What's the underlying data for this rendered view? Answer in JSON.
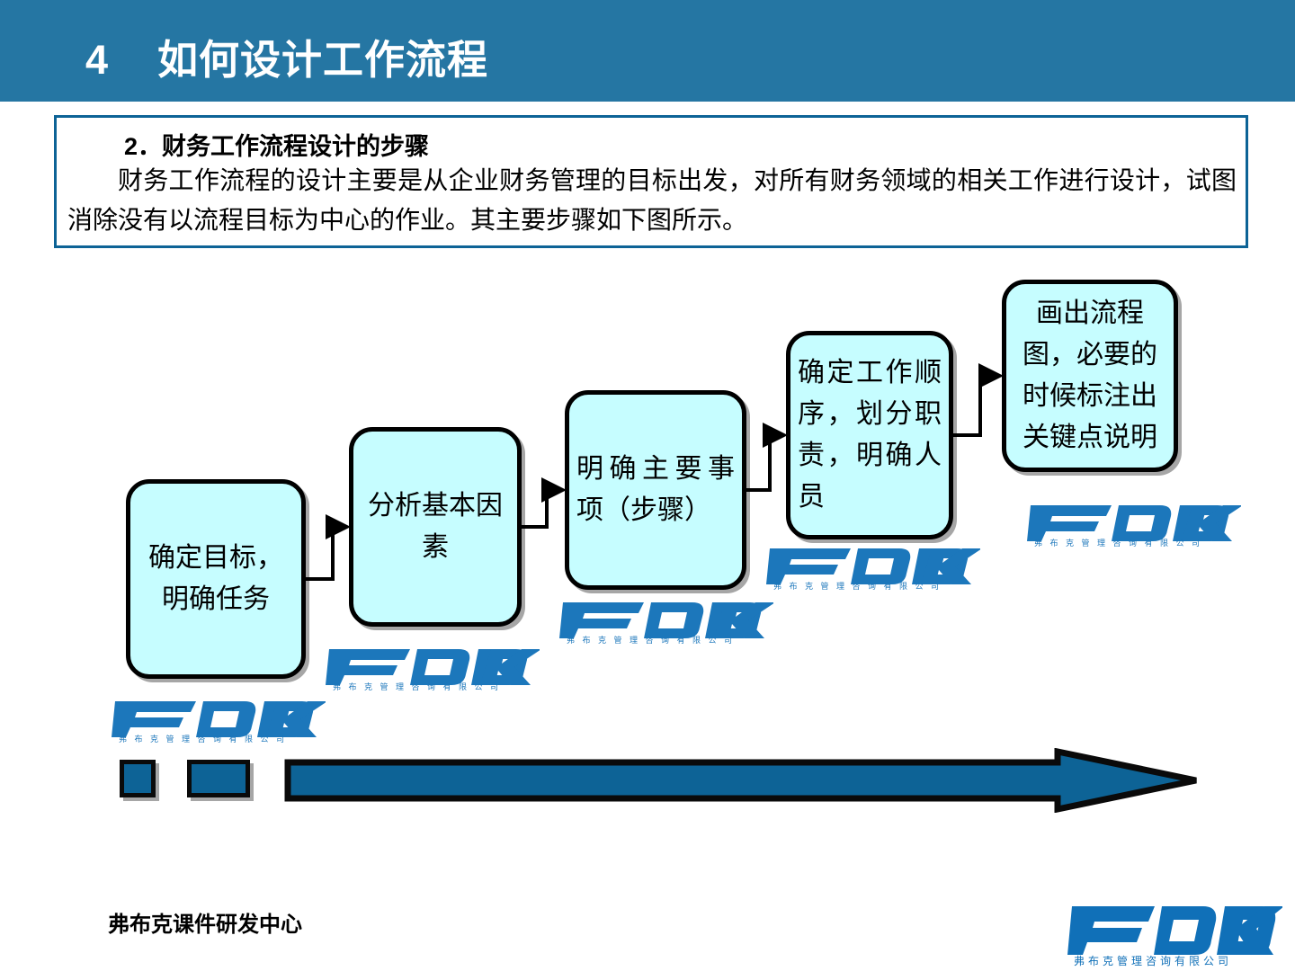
{
  "header": {
    "number": "4",
    "title": "如何设计工作流程",
    "full_title": "4    如何设计工作流程",
    "band_color": "#2576a3"
  },
  "content_panel": {
    "heading": "2．财务工作流程设计的步骤",
    "paragraph": "财务工作流程的设计主要是从企业财务管理的目标出发，对所有财务领域的相关工作进行设计，试图消除没有以流程目标为中心的作业。其主要步骤如下图所示。",
    "border_color": "#0d6396"
  },
  "flowchart": {
    "box_fill": "#c6fdff",
    "box_border": "#000000",
    "steps": [
      {
        "id": "step-1",
        "label": "确定目标，明确任务"
      },
      {
        "id": "step-2",
        "label": "分析基本因素"
      },
      {
        "id": "step-3",
        "label": "明确主要事项（步骤）"
      },
      {
        "id": "step-4",
        "label": "确定工作顺序，划分职责，明确人员"
      },
      {
        "id": "step-5",
        "label": "画出流程图，必要的时候标注出关键点说明"
      }
    ]
  },
  "progress_arrow": {
    "color": "#0d6396",
    "outline": "#0a0a0a"
  },
  "watermark": {
    "brand": "F300K",
    "sub": "弗布克管理咨询有限公司",
    "color": "#1070b8"
  },
  "footer": {
    "left_text": "弗布克课件研发中心",
    "logo_brand": "F300K",
    "logo_sub": "弗布克管理咨询有限公司",
    "logo_color": "#1070b8"
  }
}
